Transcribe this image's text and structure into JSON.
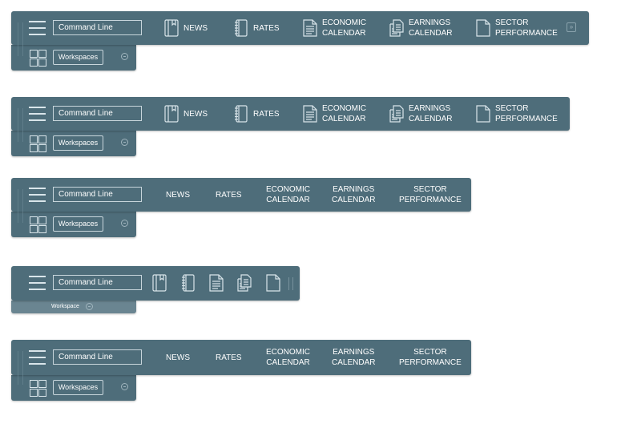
{
  "colors": {
    "toolbar_bg": "#4e6d7a",
    "text": "#ffffff",
    "input_border": "#c8d6dc"
  },
  "command_line": {
    "value": "Command Line"
  },
  "workspaces": {
    "label": "Workspaces",
    "compact_label": "Workspace"
  },
  "nav": {
    "news": "NEWS",
    "rates": "RATES",
    "economic_calendar": "ECONOMIC\nCALENDAR",
    "earnings_calendar": "EARNINGS\nCALENDAR",
    "sector_performance": "SECTOR\nPERFORMANCE"
  },
  "icons": {
    "menu": "hamburger-icon",
    "workspaces": "grid-icon",
    "news": "notebook-icon",
    "rates": "spiral-notebook-icon",
    "economic_calendar": "document-icon",
    "earnings_calendar": "copy-documents-icon",
    "sector_performance": "page-icon",
    "overflow": "chevron-double-right-icon",
    "collapse": "minus-circle-icon"
  },
  "variants": [
    "full-with-icons-overflow",
    "full-with-icons",
    "text-only",
    "icons-only-compact",
    "text-only-tall"
  ]
}
